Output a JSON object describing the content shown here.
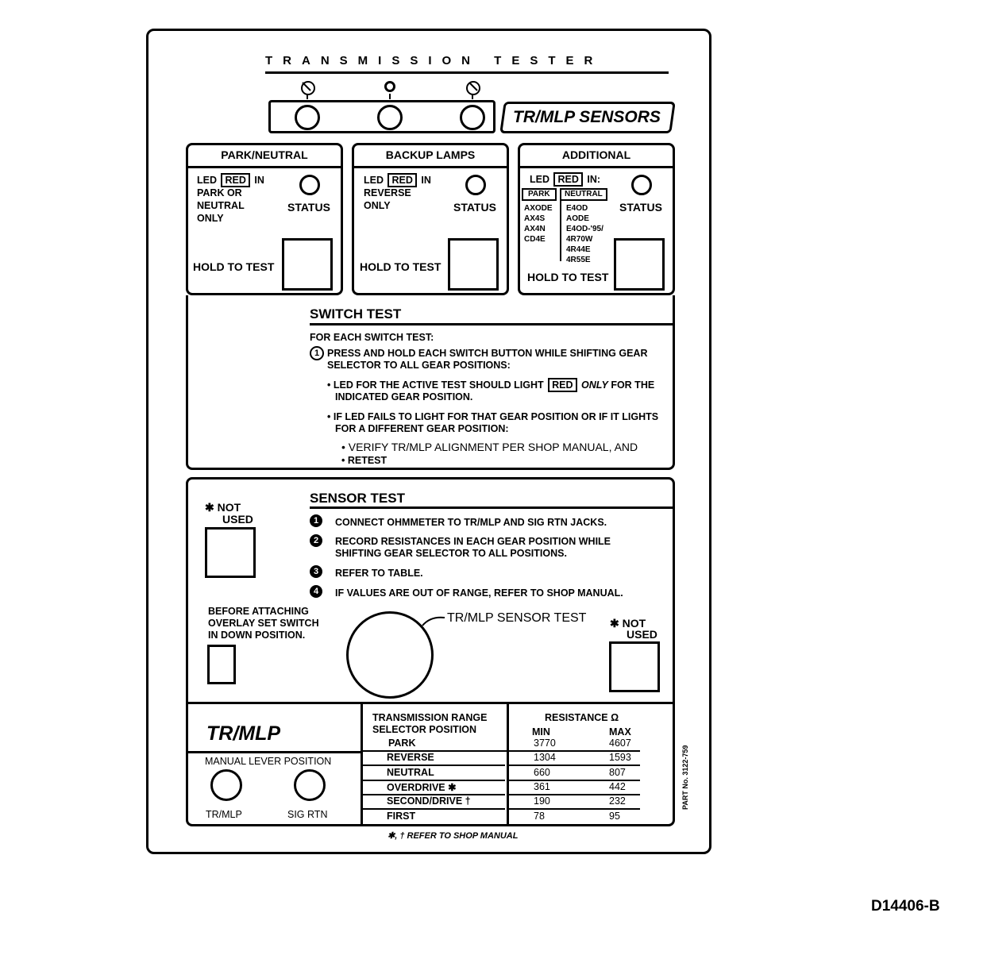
{
  "title": "TRANSMISSION TESTER",
  "sensors_label": "TR/MLP SENSORS",
  "panels": [
    {
      "header": "PARK/NEUTRAL",
      "led_text": "LED",
      "red": "RED",
      "in_text": "IN",
      "lines": [
        "PARK OR",
        "NEUTRAL",
        "ONLY"
      ],
      "status": "STATUS",
      "hold": "HOLD TO TEST"
    },
    {
      "header": "BACKUP LAMPS",
      "led_text": "LED",
      "red": "RED",
      "in_text": "IN",
      "lines": [
        "REVERSE",
        "ONLY"
      ],
      "status": "STATUS",
      "hold": "HOLD TO TEST"
    },
    {
      "header": "ADDITIONAL",
      "led_text": "LED",
      "red": "RED",
      "in_text": "IN:",
      "park": "PARK",
      "neutral": "NEUTRAL",
      "park_models": [
        "AXODE",
        "AX4S",
        "AX4N",
        "CD4E"
      ],
      "neutral_models": [
        "E4OD",
        "AODE",
        "E4OD-'95/",
        "4R70W",
        "4R44E",
        "4R55E"
      ],
      "status": "STATUS",
      "hold": "HOLD TO TEST"
    }
  ],
  "switch_test": {
    "title": "SWITCH TEST",
    "intro": "FOR EACH SWITCH TEST:",
    "step1_num": "1",
    "step1_line1": "PRESS AND HOLD EACH SWITCH BUTTON WHILE SHIFTING GEAR",
    "step1_line2": "SELECTOR TO ALL GEAR POSITIONS:",
    "b1_pre": "• LED FOR THE ACTIVE TEST SHOULD LIGHT",
    "b1_red": "RED",
    "b1_only": "ONLY",
    "b1_post": "FOR THE",
    "b1_line2": "INDICATED GEAR POSITION.",
    "b2_line1": "• IF LED FAILS TO LIGHT FOR THAT GEAR POSITION OR IF IT LIGHTS",
    "b2_line2": "FOR A DIFFERENT GEAR POSITION:",
    "sub1": "• VERIFY TR/MLP ALIGNMENT PER SHOP MANUAL, AND",
    "sub2": "• RETEST"
  },
  "sensor_test": {
    "title": "SENSOR TEST",
    "steps": [
      {
        "num": "1",
        "text": "CONNECT OHMMETER TO TR/MLP AND SIG RTN JACKS."
      },
      {
        "num": "2",
        "text": "RECORD RESISTANCES IN EACH GEAR POSITION WHILE",
        "text2": "SHIFTING GEAR SELECTOR TO ALL POSITIONS."
      },
      {
        "num": "3",
        "text": "REFER TO TABLE."
      },
      {
        "num": "4",
        "text": "IF VALUES ARE OUT OF RANGE, REFER TO SHOP MANUAL."
      }
    ],
    "not_used_left_1": "✱ NOT",
    "not_used_left_2": "USED",
    "not_used_right_1": "✱ NOT",
    "not_used_right_2": "USED",
    "before_1": "BEFORE ATTACHING",
    "before_2": "OVERLAY SET SWITCH",
    "before_3": "IN DOWN POSITION.",
    "dial_label": "TR/MLP SENSOR TEST"
  },
  "bottom": {
    "logo": "TR/MLP",
    "manual_lever": "MANUAL LEVER POSITION",
    "jack1": "TR/MLP",
    "jack2": "SIG RTN",
    "col_header_1": "TRANSMISSION RANGE",
    "col_header_2": "SELECTOR POSITION",
    "resistance": "RESISTANCE Ω",
    "min": "MIN",
    "max": "MAX",
    "rows": [
      {
        "pos": "PARK",
        "min": "3770",
        "max": "4607"
      },
      {
        "pos": "REVERSE",
        "min": "1304",
        "max": "1593"
      },
      {
        "pos": "NEUTRAL",
        "min": "660",
        "max": "807"
      },
      {
        "pos": "OVERDRIVE ✱",
        "min": "361",
        "max": "442"
      },
      {
        "pos": "SECOND/DRIVE †",
        "min": "190",
        "max": "232"
      },
      {
        "pos": "FIRST",
        "min": "78",
        "max": "95"
      }
    ],
    "footnote": "✱, † REFER TO SHOP MANUAL",
    "part_no": "PART No. 3122-759"
  },
  "figure_id": "D14406-B"
}
